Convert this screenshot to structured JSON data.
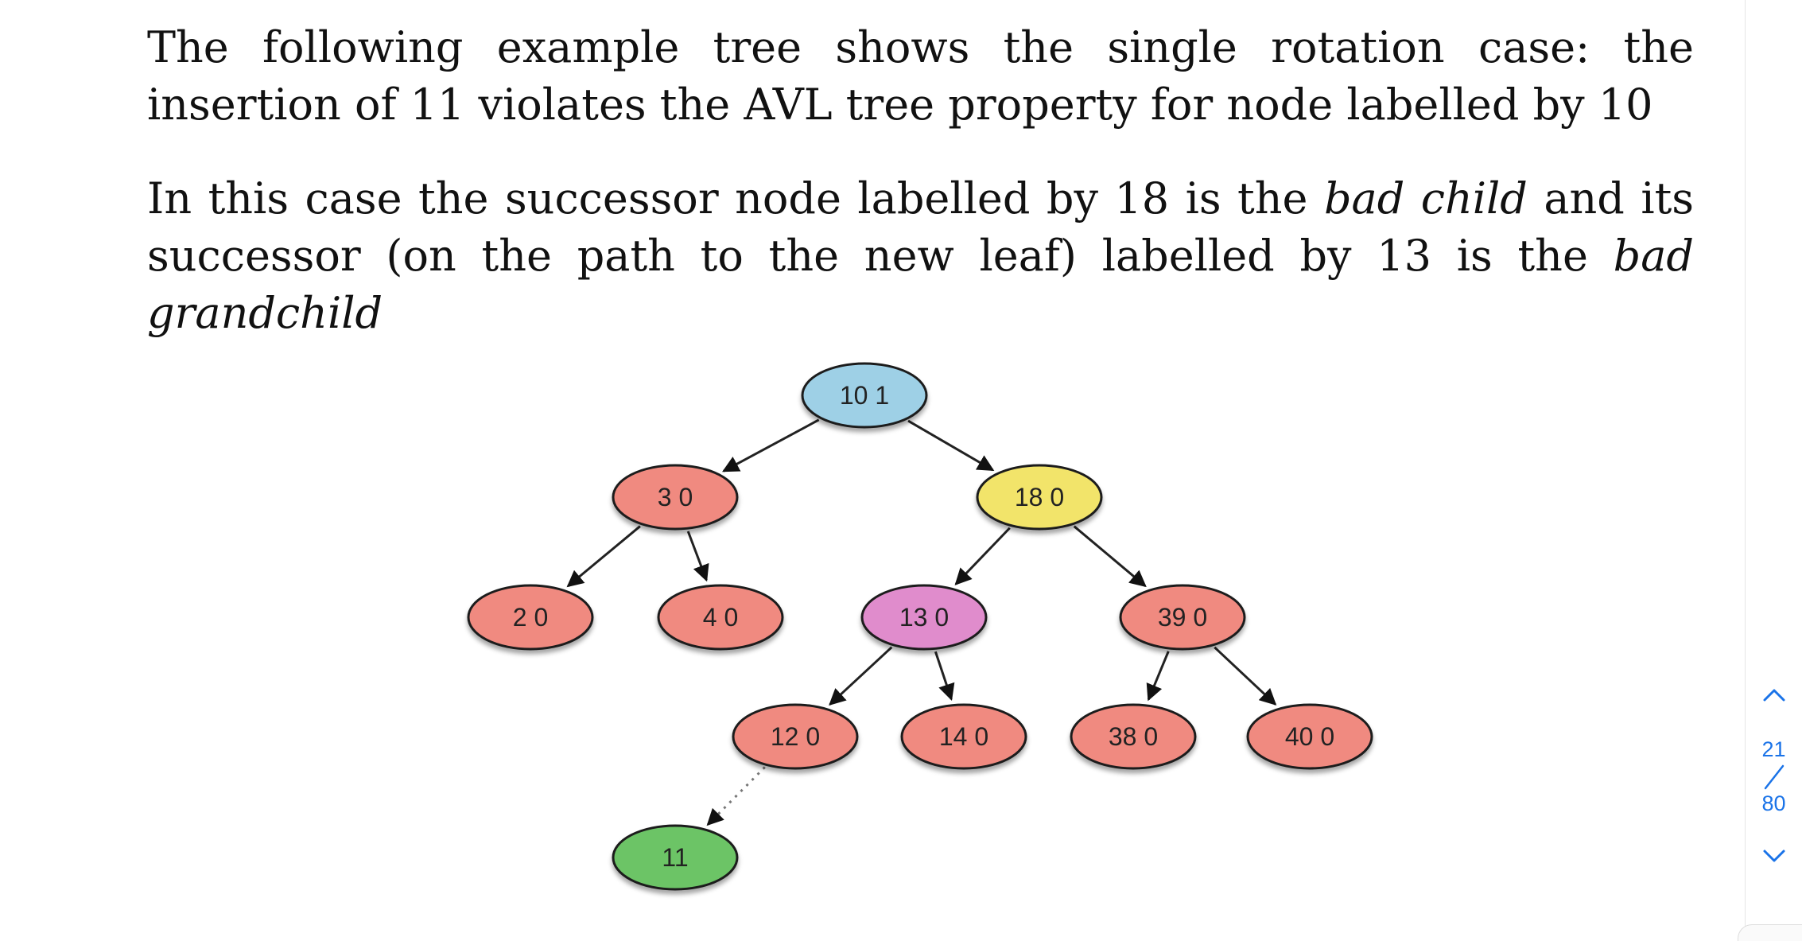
{
  "text": {
    "p1": "The following example tree shows the single rotation case:  the insertion of 11 violates the AVL tree property for node labelled by 10",
    "p2_a": "In this case the successor node labelled by 18 is the ",
    "p2_bad_child": "bad child",
    "p2_b": " and its successor (on the path to the new leaf) labelled by 13 is the ",
    "p2_bad_grandchild": "bad grandchild"
  },
  "tree": {
    "nodes": [
      {
        "id": "n10",
        "label": "10  1",
        "color": "#9ed0e6"
      },
      {
        "id": "n3",
        "label": "3  0",
        "color": "#f08a80"
      },
      {
        "id": "n18",
        "label": "18  0",
        "color": "#f2e46a"
      },
      {
        "id": "n2",
        "label": "2  0",
        "color": "#f08a80"
      },
      {
        "id": "n4",
        "label": "4  0",
        "color": "#f08a80"
      },
      {
        "id": "n13",
        "label": "13  0",
        "color": "#e08ccc"
      },
      {
        "id": "n39",
        "label": "39  0",
        "color": "#f08a80"
      },
      {
        "id": "n12",
        "label": "12  0",
        "color": "#f08a80"
      },
      {
        "id": "n14",
        "label": "14  0",
        "color": "#f08a80"
      },
      {
        "id": "n38",
        "label": "38  0",
        "color": "#f08a80"
      },
      {
        "id": "n40",
        "label": "40  0",
        "color": "#f08a80"
      },
      {
        "id": "n11",
        "label": "11",
        "color": "#6cc466"
      }
    ],
    "edges": [
      {
        "from": "n10",
        "to": "n3",
        "style": "solid"
      },
      {
        "from": "n10",
        "to": "n18",
        "style": "solid"
      },
      {
        "from": "n3",
        "to": "n2",
        "style": "solid"
      },
      {
        "from": "n3",
        "to": "n4",
        "style": "solid"
      },
      {
        "from": "n18",
        "to": "n13",
        "style": "solid"
      },
      {
        "from": "n18",
        "to": "n39",
        "style": "solid"
      },
      {
        "from": "n13",
        "to": "n12",
        "style": "solid"
      },
      {
        "from": "n13",
        "to": "n14",
        "style": "solid"
      },
      {
        "from": "n39",
        "to": "n38",
        "style": "solid"
      },
      {
        "from": "n39",
        "to": "n40",
        "style": "solid"
      },
      {
        "from": "n12",
        "to": "n11",
        "style": "dotted"
      }
    ]
  },
  "pager": {
    "up_icon": "chevron-up-icon",
    "current": "21",
    "total": "80",
    "down_icon": "chevron-down-icon",
    "accent": "#1a73e8"
  }
}
